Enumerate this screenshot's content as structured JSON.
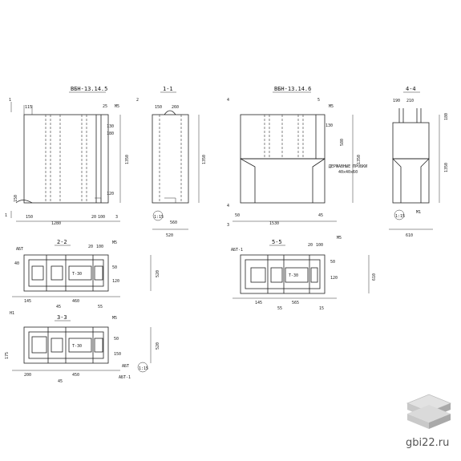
{
  "titles": {
    "vbn145": "ВБН-13.14.5",
    "s11": "1-1",
    "vbn146": "ВБН-13.14.6",
    "s44": "4-4",
    "s22": "2-2",
    "s33": "3-3",
    "s55": "5-5"
  },
  "marks": {
    "m5": "М5",
    "m1": "М1",
    "abt": "АБТ",
    "abt1": "АБТ-1",
    "abt1b": "АБТ-1",
    "n1": "Н1",
    "t30": "Т-30",
    "cut1": "1",
    "cut2": "2",
    "cut3": "3",
    "cut4": "4",
    "cut5": "5",
    "holder1": "ДЕРЖАВНЫЕ ПРОБКИ",
    "holder2": "40х40х60",
    "slope": "1:15"
  },
  "dims": {
    "d1280": "1280",
    "d1350a": "1350",
    "d1350b": "1350",
    "d1350c": "1350",
    "d1350d": "1350",
    "d1530": "1530",
    "d520a": "520",
    "d520b": "520",
    "d520c": "520",
    "d610a": "610",
    "d610b": "610",
    "d460": "460",
    "d450": "450",
    "d560": "560",
    "d150a": "150",
    "d150b": "150",
    "d150c": "150",
    "d200a": "200",
    "d100": "100",
    "d130": "130",
    "d180": "180",
    "d45a": "45",
    "d45b": "45",
    "d55": "55",
    "d25": "25",
    "d20": "20",
    "d50": "50",
    "d40": "40",
    "d120": "120",
    "d175": "175",
    "d115": "115",
    "d260": "260",
    "d190": "190",
    "d210": "210",
    "d580": "580",
    "d565": "565",
    "d145": "145",
    "d15": "15"
  },
  "brand": {
    "site": "gbi22.ru"
  },
  "colors": {
    "line": "#222222",
    "logo_light": "#dcdcdc",
    "logo_mid": "#bdbdbd",
    "logo_dark": "#9a9a9a"
  }
}
